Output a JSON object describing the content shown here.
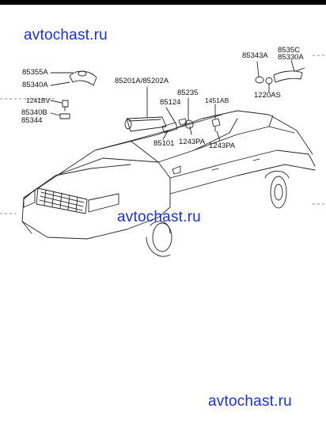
{
  "watermarks": {
    "top": "avtochast.ru",
    "middle": "avtochast.ru",
    "bottom": "avtochast.ru",
    "color": "#1a2fd6"
  },
  "parts": {
    "p85355A": "85355A",
    "p85340A": "85340A",
    "p1241BV": "1241BV",
    "p85340B": "85340B",
    "p85344": "85344",
    "p85201A": "85201A/85202A",
    "p85235": "85235",
    "p85124": "85124",
    "p1451AB": "1451AB",
    "p85101": "85101",
    "p1243PA_a": "1243PA",
    "p1243PA_b": "1243PA",
    "p85343A": "85343A",
    "p8535C": "8535C",
    "p85330A": "85330A",
    "p1220AS": "1220AS"
  }
}
